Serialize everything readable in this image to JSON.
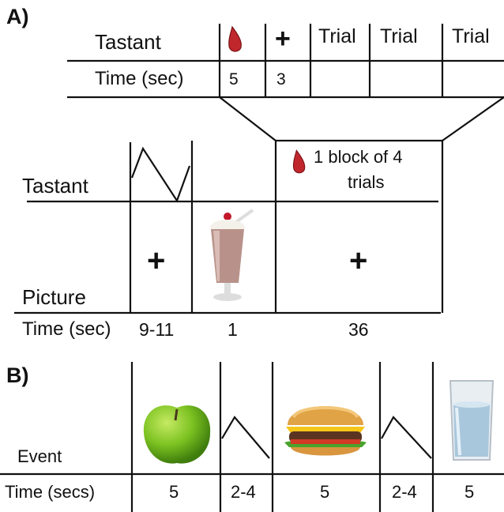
{
  "panel_a": {
    "label": "A)",
    "top_table": {
      "row1_label": "Tastant",
      "row2_label": "Time (sec)",
      "cols": [
        {
          "icon": "drop-icon",
          "time": "5"
        },
        {
          "icon": "plus-icon",
          "symbol": "+",
          "time": "3"
        },
        {
          "text": "Trial"
        },
        {
          "text": "Trial"
        },
        {
          "text": "Trial"
        }
      ]
    },
    "bottom_table": {
      "tastant_label": "Tastant",
      "picture_label": "Picture",
      "time_label": "Time (sec)",
      "block_text_line1": "1 block of 4",
      "block_text_line2": "trials",
      "plus1": "+",
      "plus2": "+",
      "times": [
        "9-11",
        "1",
        "36"
      ]
    }
  },
  "panel_b": {
    "label": "B)",
    "event_label": "Event",
    "time_label": "Time (secs)",
    "times": [
      "5",
      "2-4",
      "5",
      "2-4",
      "5"
    ],
    "images": [
      "apple-image",
      "burger-image",
      "water-glass-image"
    ]
  },
  "colors": {
    "drop": "#c0272d",
    "line": "#111111"
  }
}
